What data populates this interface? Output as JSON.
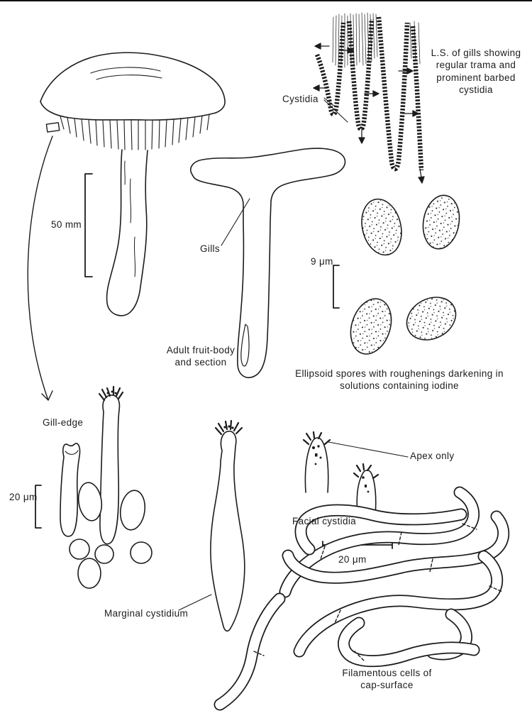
{
  "colors": {
    "ink": "#1c1c1c",
    "paper": "#ffffff"
  },
  "labels": {
    "cystidia": "Cystidia",
    "ls_gills": "L.S. of gills showing regular trama and prominent barbed cystidia",
    "scale_cap": "50 mm",
    "gills": "Gills",
    "scale_spores": "9 μm",
    "fruit_body_caption": "Adult fruit-body and section",
    "spores_caption": "Ellipsoid spores with roughenings darkening in solutions containing iodine",
    "gill_edge": "Gill-edge",
    "scale_gill_edge": "20 μm",
    "apex_only": "Apex only",
    "facial_cystidia": "Facial cystidia",
    "scale_facial": "20 μm",
    "marginal_cystidium": "Marginal cystidium",
    "filamentous_caption": "Filamentous cells of cap-surface"
  }
}
